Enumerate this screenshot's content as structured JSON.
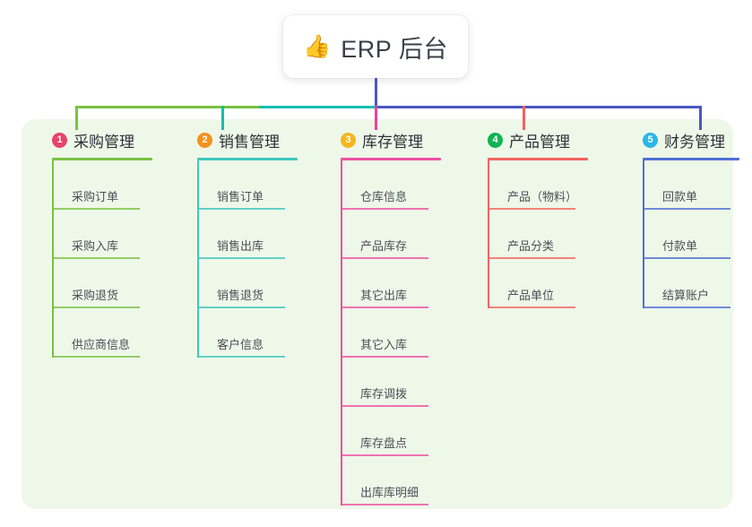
{
  "root": {
    "icon": "thumbs-up-icon",
    "icon_glyph": "👍",
    "label": "ERP 后台"
  },
  "palette": {
    "canvas_bg": "#ffffff",
    "panel_bg": "#eef8e9",
    "root_bg": "#ffffff",
    "root_text": "#3b3f47",
    "title_text": "#2d3138",
    "leaf_text": "#4a4f57",
    "trunk_green": "#7ac143",
    "trunk_teal": "#10bfb0",
    "trunk_blue": "#4a56c4",
    "trunk_pink": "#ef3f9a",
    "trunk_red": "#f4615c"
  },
  "columns": [
    {
      "number": "1",
      "title": "采购管理",
      "badge_color": "#e8436a",
      "line_color": "#7ac143",
      "items": [
        "采购订单",
        "采购入库",
        "采购退货",
        "供应商信息"
      ]
    },
    {
      "number": "2",
      "title": "销售管理",
      "badge_color": "#f5921e",
      "line_color": "#3fc6bd",
      "items": [
        "销售订单",
        "销售出库",
        "销售退货",
        "客户信息"
      ]
    },
    {
      "number": "3",
      "title": "库存管理",
      "badge_color": "#f5b61e",
      "line_color": "#ef4fa2",
      "items": [
        "仓库信息",
        "产品库存",
        "其它出库",
        "其它入库",
        "库存调拨",
        "库存盘点",
        "出库库明细"
      ]
    },
    {
      "number": "4",
      "title": "产品管理",
      "badge_color": "#11b452",
      "line_color": "#f4655f",
      "items": [
        "产品（物料）",
        "产品分类",
        "产品单位"
      ]
    },
    {
      "number": "5",
      "title": "财务管理",
      "badge_color": "#29b6e8",
      "line_color": "#4d6fd4",
      "items": [
        "回款单",
        "付款单",
        "结算账户"
      ]
    }
  ]
}
